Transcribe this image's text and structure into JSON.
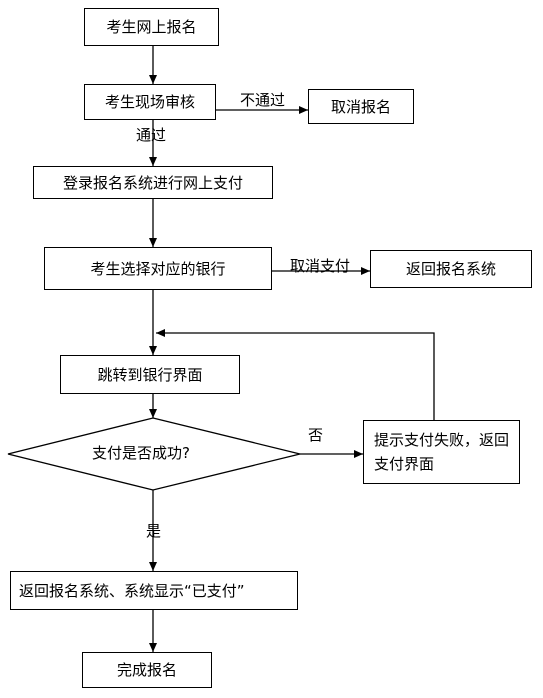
{
  "nodes": {
    "n1": "考生网上报名",
    "n2": "考生现场审核",
    "n3": "取消报名",
    "n4": "登录报名系统进行网上支付",
    "n5": "考生选择对应的银行",
    "n6": "返回报名系统",
    "n7": "跳转到银行界面",
    "n8": "支付是否成功?",
    "n9": "提示支付失败，返回支付界面",
    "n10": "返回报名系统、系统显示“已支付”",
    "n11": "完成报名"
  },
  "edges": {
    "e_reject": "不通过",
    "e_pass": "通过",
    "e_cancel_pay": "取消支付",
    "e_no": "否",
    "e_yes": "是"
  }
}
